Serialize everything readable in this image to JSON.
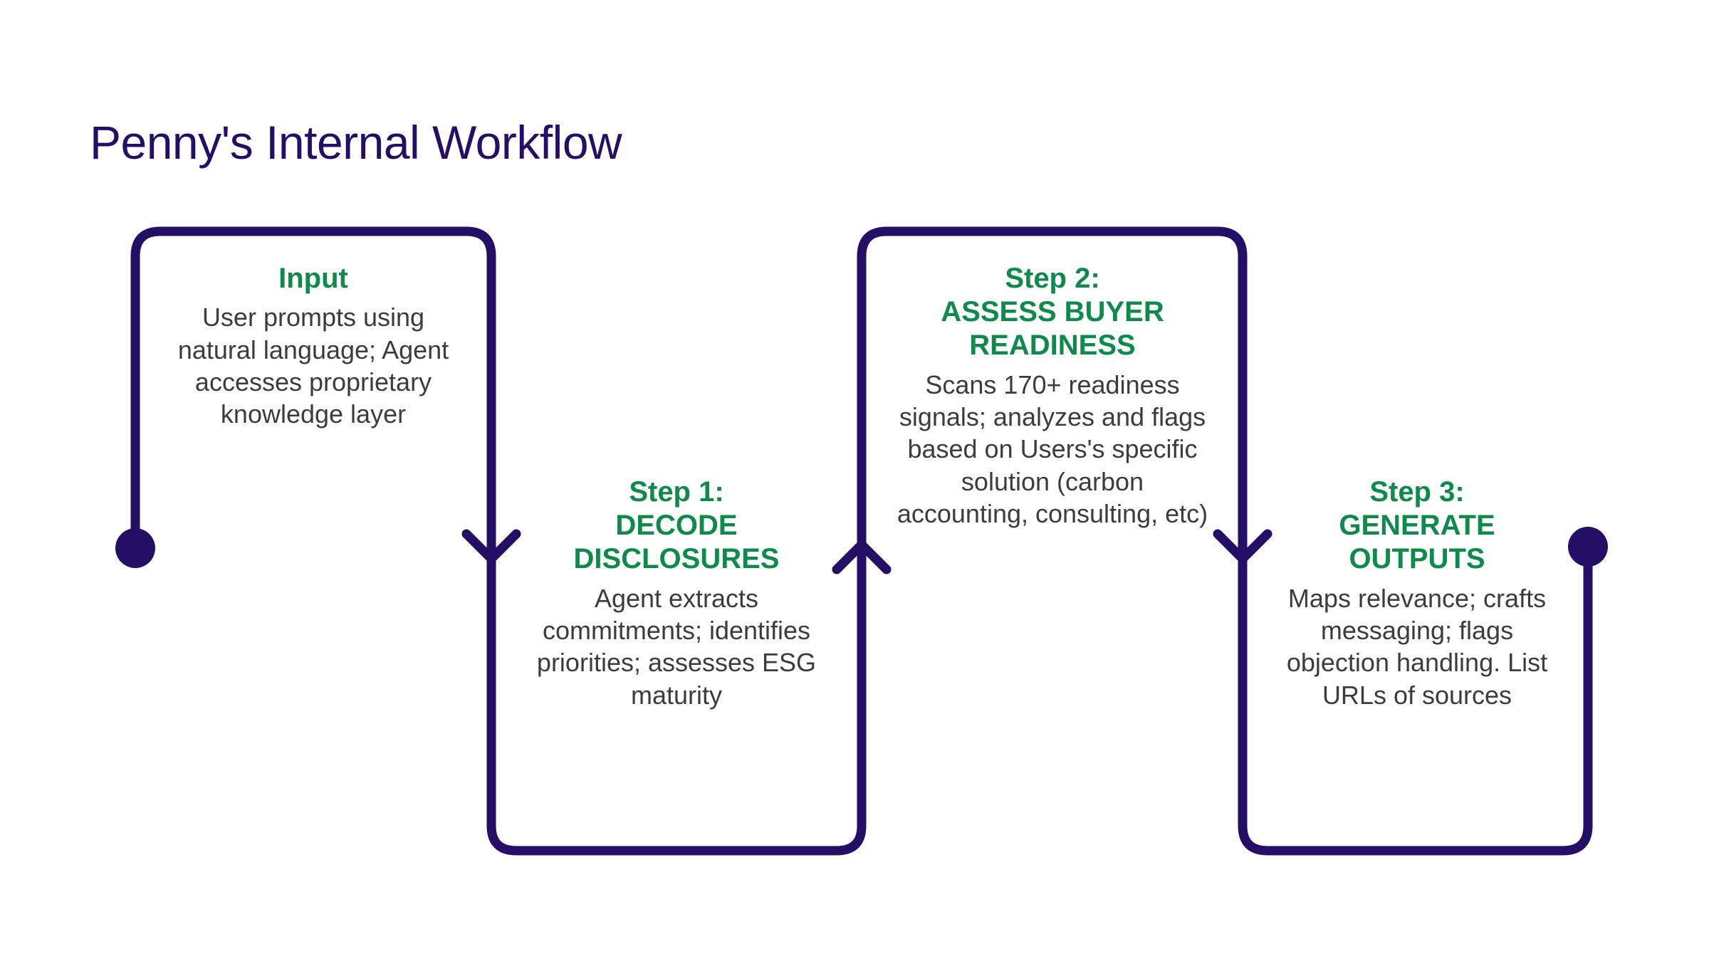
{
  "page": {
    "title": "Penny's Internal Workflow",
    "background": "#ffffff"
  },
  "colors": {
    "line": "#231066",
    "heading": "#0e8a4a",
    "body": "#3c3c3c",
    "title": "#231066"
  },
  "diagram": {
    "type": "process-flow",
    "orientation": "serpentine-brackets",
    "nodes": [
      {
        "id": "input",
        "heading": "Input",
        "body": "User prompts using natural language; Agent accesses proprietary knowledge layer",
        "bracket": "open-bottom",
        "start_marker": "dot-left",
        "end_marker": "arrow-down-right"
      },
      {
        "id": "step1",
        "heading": "Step 1:\nDECODE DISCLOSURES",
        "body": "Agent extracts commitments; identifies priorities; assesses ESG maturity",
        "bracket": "open-top",
        "start_marker": "arrow-down-left",
        "end_marker": "arrow-up-right"
      },
      {
        "id": "step2",
        "heading": "Step 2:\nASSESS BUYER READINESS",
        "body": "Scans 170+ readiness signals; analyzes and flags based on Users's specific solution (carbon accounting, consulting, etc)",
        "bracket": "open-bottom",
        "start_marker": "arrow-up-left",
        "end_marker": "arrow-down-right"
      },
      {
        "id": "step3",
        "heading": "Step 3:\nGENERATE OUTPUTS",
        "body": "Maps relevance; crafts messaging; flags objection handling. List URLs of sources",
        "bracket": "open-top",
        "start_marker": "arrow-down-left",
        "end_marker": "dot-right"
      }
    ]
  }
}
